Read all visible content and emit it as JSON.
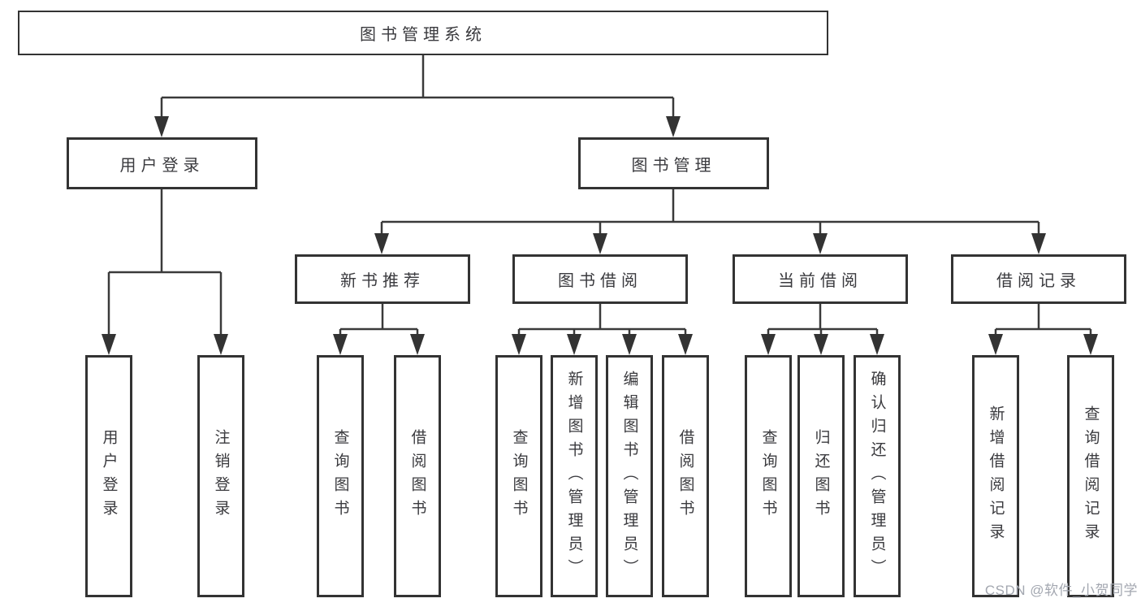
{
  "tree": {
    "label": "图书管理系统",
    "children": [
      {
        "label": "用户登录",
        "children": [
          {
            "label": "用户登录"
          },
          {
            "label": "注销登录"
          }
        ]
      },
      {
        "label": "图书管理",
        "children": [
          {
            "label": "新书推荐",
            "children": [
              {
                "label": "查询图书"
              },
              {
                "label": "借阅图书"
              }
            ]
          },
          {
            "label": "图书借阅",
            "children": [
              {
                "label": "查询图书"
              },
              {
                "label": "新增图书（管理员）"
              },
              {
                "label": "编辑图书（管理员）"
              },
              {
                "label": "借阅图书"
              }
            ]
          },
          {
            "label": "当前借阅",
            "children": [
              {
                "label": "查询图书"
              },
              {
                "label": "归还图书"
              },
              {
                "label": "确认归还（管理员）"
              }
            ]
          },
          {
            "label": "借阅记录",
            "children": [
              {
                "label": "新增借阅记录"
              },
              {
                "label": "查询借阅记录"
              }
            ]
          }
        ]
      }
    ]
  },
  "watermark": {
    "text": "CSDN @软件_小贺同学"
  },
  "colors": {
    "line": "#3a3a3a",
    "box_border": "#333333",
    "text": "#3a3a3e",
    "watermark": "#a3a7b0",
    "background": "#ffffff"
  }
}
